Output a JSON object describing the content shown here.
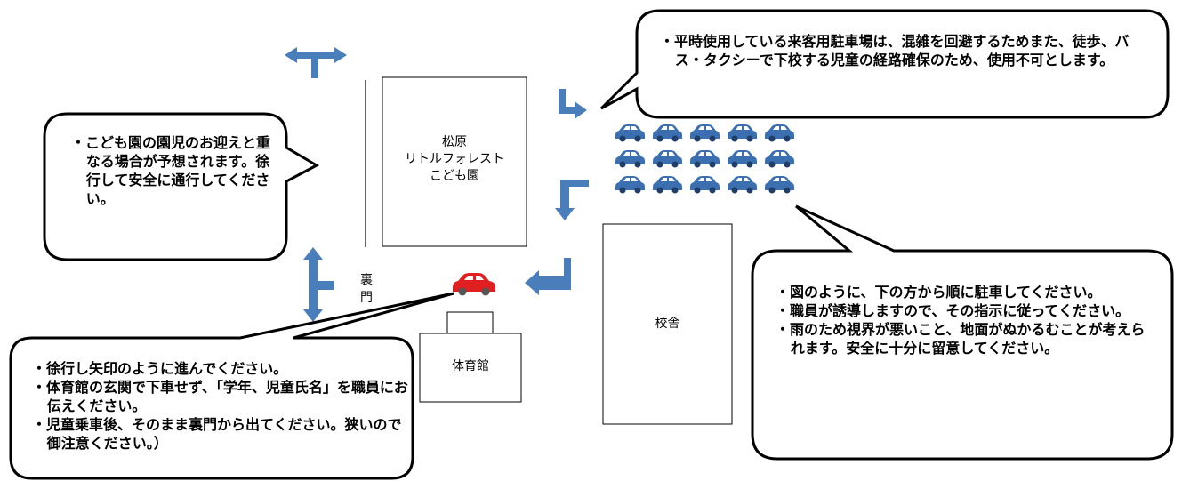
{
  "buildings": {
    "kodomoen": {
      "lines": [
        "松原",
        "リトルフォレスト",
        "こども園"
      ]
    },
    "kosha": {
      "label": "校舎"
    },
    "taiikukan": {
      "label": "体育館"
    },
    "uramon": {
      "label": "裏門"
    }
  },
  "callouts": {
    "parking": {
      "bullets": [
        "・平時使用している来客用駐車場は、混雑を回避するためまた、徒歩、バス・タクシーで下校する児童の経路確保のため、使用不可とします。"
      ]
    },
    "kodomoen": {
      "bullets": [
        "・こども園の園児のお迎えと重なる場合が予想されます。徐行して安全に通行してください。"
      ]
    },
    "parking_order": {
      "bullets": [
        "・図のように、下の方から順に駐車してください。",
        "・職員が誘導しますので、その指示に従ってください。",
        "・雨のため視界が悪いこと、地面がぬかるむことが考えられます。安全に十分に留意してください。"
      ]
    },
    "route": {
      "bullets": [
        "・徐行し矢印のように進んでください。",
        "・体育館の玄関で下車せず、「学年、児童氏名」を職員にお伝えください。",
        "・児童乗車後、そのまま裏門から出てください。狭いので御注意ください。）"
      ]
    }
  },
  "icons": {
    "arrow": "route-arrow-icon",
    "parked_car": "parked-car-icon",
    "pickup_car": "pickup-car-icon"
  },
  "colors": {
    "arrow": "#4a7ebb",
    "parked_car": "#3b6fb0",
    "pickup_car": "#e02020",
    "outline": "#000000"
  },
  "parking_grid": {
    "rows": 3,
    "cols": 5
  }
}
